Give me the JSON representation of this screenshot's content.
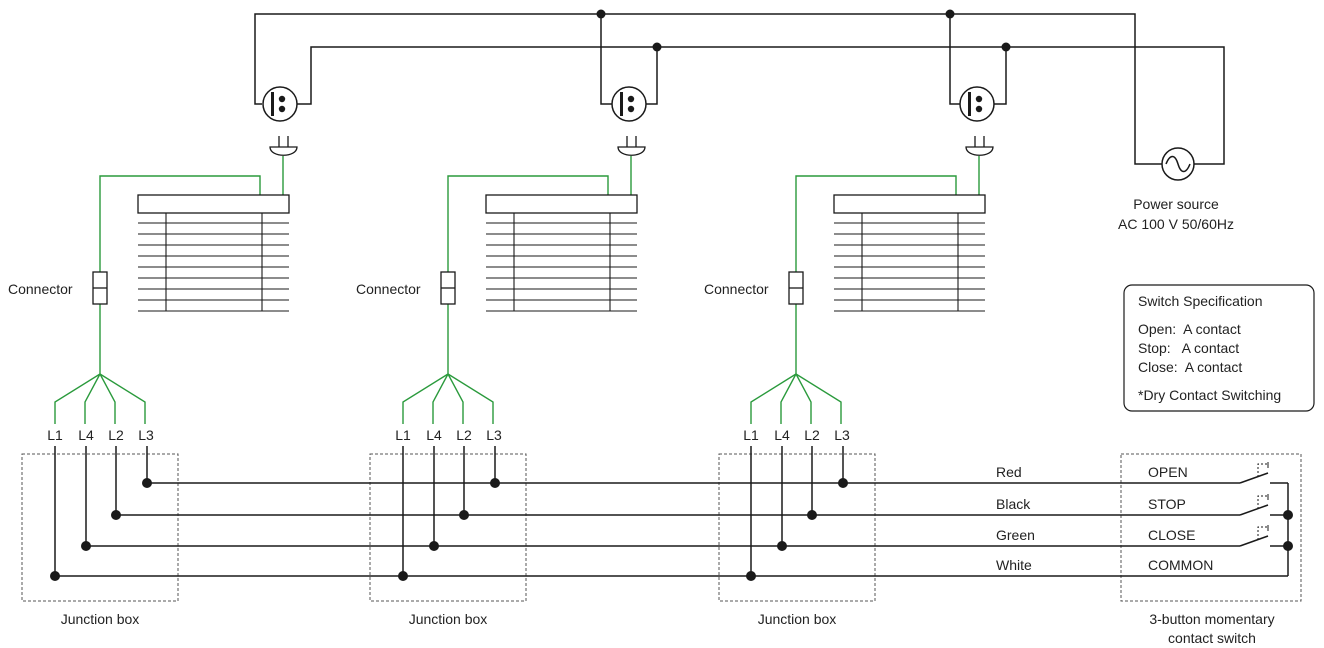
{
  "power_source": {
    "line1": "Power source",
    "line2": "AC 100 V 50/60Hz"
  },
  "connector_label": "Connector",
  "lead_labels": [
    "L1",
    "L4",
    "L2",
    "L3"
  ],
  "junction_box_label": "Junction box",
  "bus_wires": [
    "Red",
    "Black",
    "Green",
    "White"
  ],
  "switch": {
    "buttons": [
      "OPEN",
      "STOP",
      "CLOSE",
      "COMMON"
    ],
    "caption_line1": "3-button momentary",
    "caption_line2": "contact switch"
  },
  "spec_box": {
    "title": "Switch Specification",
    "rows": [
      "Open:  A contact",
      "Stop:   A contact",
      "Close:  A contact"
    ],
    "note": "*Dry Contact Switching"
  },
  "colors": {
    "wire": "#1a1a1a",
    "lead": "#2a9a3c",
    "box_dash": "#555555"
  }
}
